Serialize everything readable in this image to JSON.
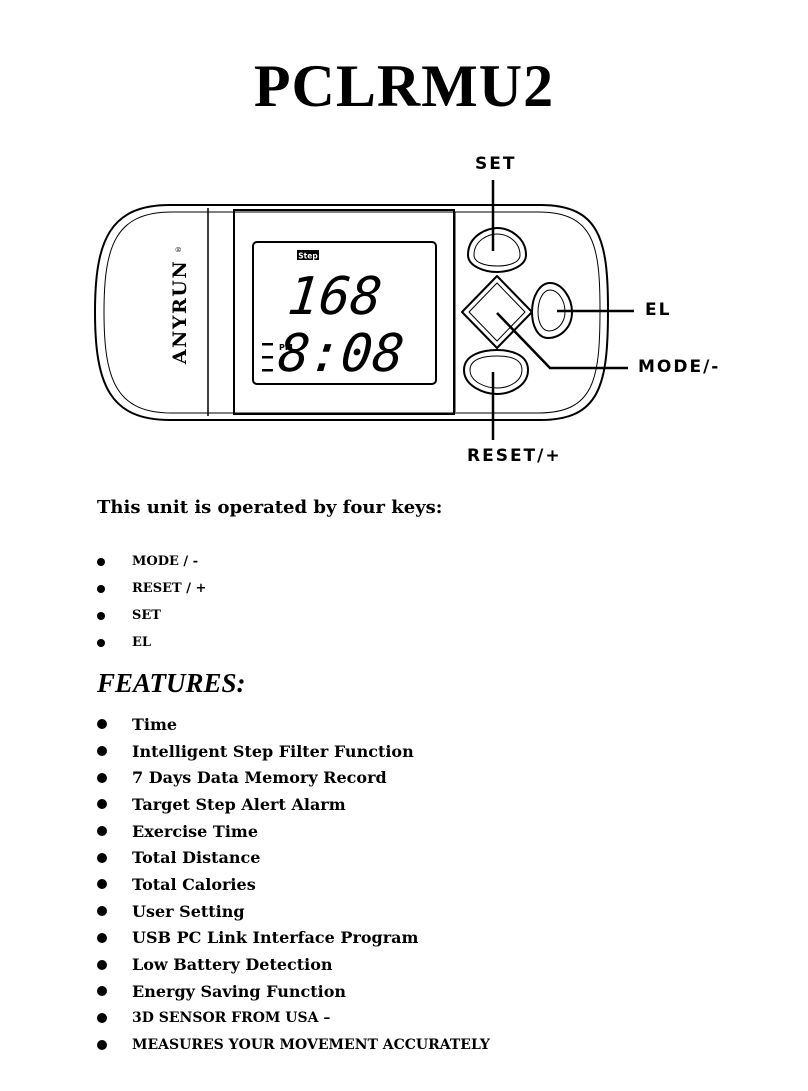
{
  "title": "PCLRMU2",
  "device": {
    "brand": "ANYRUN",
    "registered_mark": "®",
    "lcd": {
      "mode_label": "Step",
      "step_value": "168",
      "time_value": "8:08",
      "ampm": "PM"
    },
    "callouts": {
      "set": "SET",
      "el": "EL",
      "mode": "MODE/-",
      "reset": "RESET/+"
    }
  },
  "keys_section": {
    "heading": "This unit is operated by four keys:",
    "items": [
      "MODE / -",
      "RESET / +",
      "SET",
      "EL"
    ]
  },
  "features_section": {
    "heading": "FEATURES:",
    "items": [
      "Time",
      "Intelligent Step Filter Function",
      "7 Days Data Memory Record",
      "Target Step Alert Alarm",
      "Exercise Time",
      "Total Distance",
      "Total Calories",
      "User Setting",
      "USB PC Link Interface Program",
      "Low Battery Detection",
      "Energy Saving Function",
      "3D SENSOR FROM USA –",
      "MEASURES YOUR MOVEMENT ACCURATELY"
    ]
  }
}
